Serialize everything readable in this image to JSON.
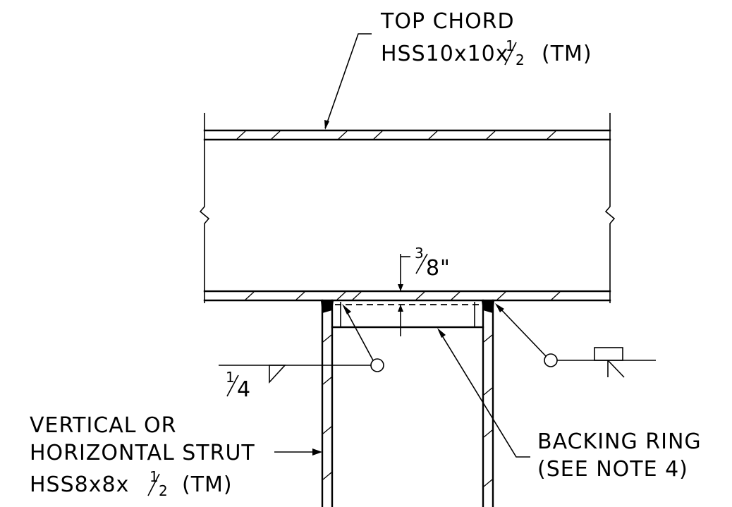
{
  "labels": {
    "top_chord_title": "TOP CHORD",
    "top_chord_section": "HSS10x10x",
    "top_chord_suffix": "(TM)",
    "strut_line1": "VERTICAL OR",
    "strut_line2": "HORIZONTAL STRUT",
    "strut_section": "HSS8x8x",
    "strut_suffix": "(TM)",
    "backing_line1": "BACKING RING",
    "backing_line2": "(SEE NOTE 4)",
    "half_num": "1",
    "half_den": "2",
    "gap_num": "3",
    "gap_den": "8",
    "gap_unit": "\"",
    "weld_num": "1",
    "weld_den": "4"
  }
}
